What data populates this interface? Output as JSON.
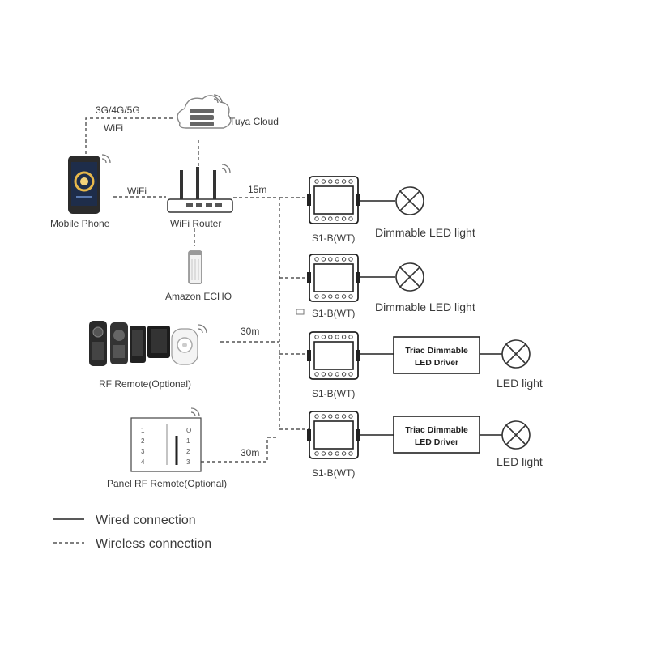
{
  "nodes": {
    "cloud": "Tuya Cloud",
    "network": "3G/4G/5G",
    "network_wifi": "WiFi",
    "phone": "Mobile Phone",
    "phone_link": "WiFi",
    "router": "WiFi Router",
    "echo": "Amazon ECHO",
    "rf_remote": "RF Remote(Optional)",
    "panel_remote": "Panel RF Remote(Optional)"
  },
  "distances": {
    "router": "15m",
    "rf_remote": "30m",
    "panel_remote": "30m"
  },
  "outputs": [
    {
      "module": "S1-B(WT)",
      "load": "Dimmable LED light",
      "driver": ""
    },
    {
      "module": "S1-B(WT)",
      "load": "Dimmable LED light",
      "driver": ""
    },
    {
      "module": "S1-B(WT)",
      "load": "LED light",
      "driver_line1": "Triac Dimmable",
      "driver_line2": "LED Driver"
    },
    {
      "module": "S1-B(WT)",
      "load": "LED light",
      "driver_line1": "Triac Dimmable",
      "driver_line2": "LED Driver"
    }
  ],
  "panel_keys": {
    "left": [
      "1",
      "2",
      "3",
      "4"
    ],
    "right": [
      "O",
      "1",
      "2",
      "3"
    ]
  },
  "legend": {
    "wired": "Wired connection",
    "wireless": "Wireless connection"
  },
  "icons": [
    "cloud-icon",
    "phone-icon",
    "router-icon",
    "echo-icon",
    "rf-remote-icon",
    "panel-remote-icon",
    "dimmer-module-icon",
    "lamp-icon",
    "signal-icon"
  ]
}
